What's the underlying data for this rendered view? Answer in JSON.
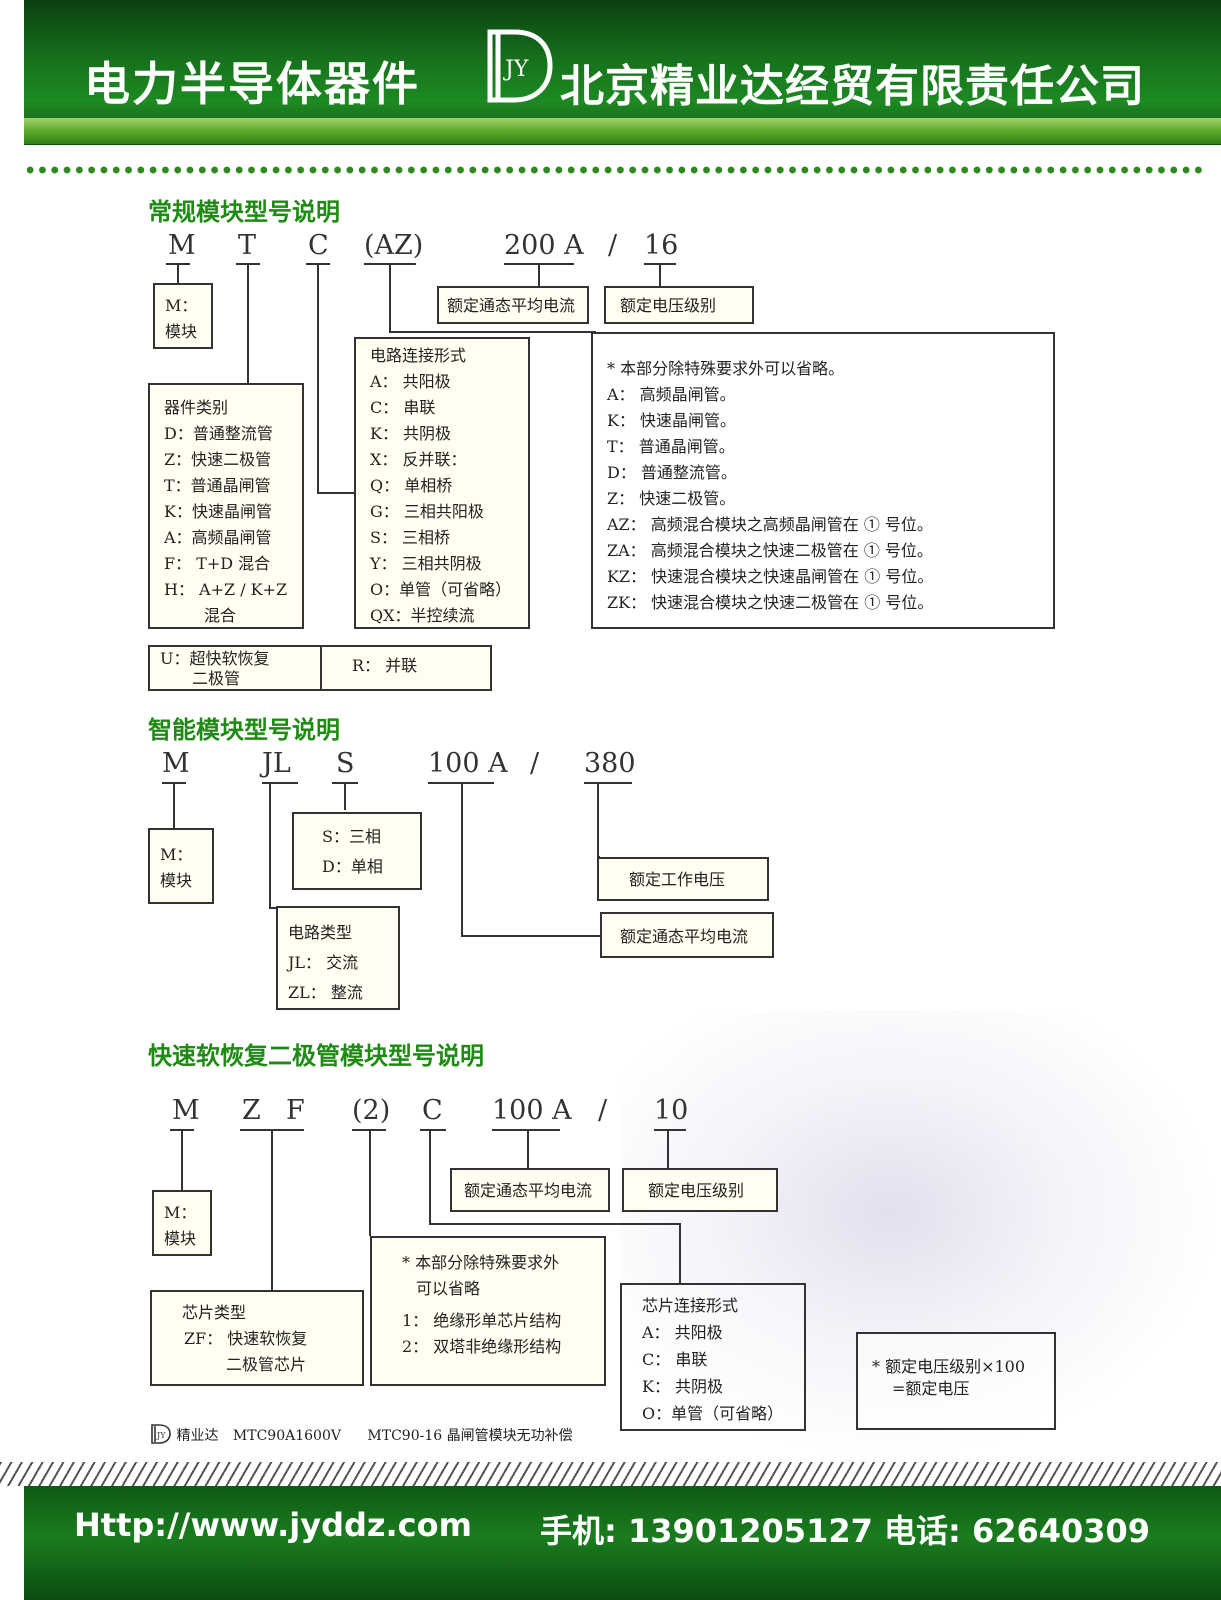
{
  "header": {
    "left_title": "电力半导体器件",
    "logo_letters": "JY",
    "company": "北京精业达经贸有限责任公司"
  },
  "section1": {
    "title": "常规模块型号说明",
    "codes": [
      "M",
      "T",
      "C",
      "(AZ)",
      "200 A",
      "/",
      "16"
    ],
    "m_box": [
      "M：",
      "模块"
    ],
    "device_box": [
      "器件类别",
      "D：普通整流管",
      "Z：快速二极管",
      "T：普通晶闸管",
      "K：快速晶闸管",
      "A：高频晶闸管",
      "F： T+D 混合",
      "H： A+Z / K+Z",
      "混合"
    ],
    "circuit_box": [
      "电路连接形式",
      "A： 共阳极",
      "C： 串联",
      "K： 共阴极",
      "X： 反并联：",
      "Q： 单相桥",
      "G： 三相共阳极",
      "S： 三相桥",
      "Y： 三相共阴极",
      "O：单管（可省略）",
      "QX：半控续流"
    ],
    "current_box": "额定通态平均电流",
    "voltage_box": "额定电压级别",
    "note_box": [
      "* 本部分除特殊要求外可以省略。",
      "A： 高频晶闸管。",
      "K： 快速晶闸管。",
      "T： 普通晶闸管。",
      "D： 普通整流管。",
      "Z： 快速二极管。",
      "AZ： 高频混合模块之高频晶闸管在 ① 号位。",
      "ZA： 高频混合模块之快速二极管在 ① 号位。",
      "KZ： 快速混合模块之快速晶闸管在 ① 号位。",
      "ZK： 快速混合模块之快速二极管在 ① 号位。"
    ],
    "u_box": [
      "U：超快软恢复",
      "二极管"
    ],
    "r_box": "R： 并联"
  },
  "section2": {
    "title": "智能模块型号说明",
    "codes": [
      "M",
      "JL",
      "S",
      "100 A",
      "/",
      "380"
    ],
    "m_box": [
      "M：",
      "模块"
    ],
    "phase_box": [
      "S：三相",
      "D：单相"
    ],
    "circuit_box": [
      "电路类型",
      "JL： 交流",
      "ZL： 整流"
    ],
    "voltage_box": "额定工作电压",
    "current_box": "额定通态平均电流"
  },
  "section3": {
    "title": "快速软恢复二极管模块型号说明",
    "codes": [
      "M",
      "Z",
      "F",
      "(2)",
      "C",
      "100 A",
      "/",
      "10"
    ],
    "current_box": "额定通态平均电流",
    "voltage_box": "额定电压级别",
    "m_box": [
      "M：",
      "模块"
    ],
    "chip_box": [
      "芯片类型",
      "ZF： 快速软恢复",
      "二极管芯片"
    ],
    "note_box": [
      "* 本部分除特殊要求外",
      "可以省略",
      "1： 绝缘形单芯片结构",
      "2： 双塔非绝缘形结构"
    ],
    "chip_conn_box": [
      "芯片连接形式",
      "A： 共阳极",
      "C： 串联",
      "K： 共阴极",
      "O：单管（可省略）"
    ],
    "formula_box": [
      "* 额定电压级别×100",
      "=额定电压"
    ]
  },
  "bottom_caption": {
    "logo": "JY",
    "brand": "精业达",
    "model1": "MTC90A1600V",
    "model2": "MTC90-16 晶闸管模块无功补偿"
  },
  "footer": {
    "url": "Http://www.jyddz.com",
    "contact": "手机: 13901205127  电话: 62640309"
  },
  "colors": {
    "header_green": "#16701c",
    "section_title": "#1f8a14",
    "box_fill": "#fffef0"
  }
}
